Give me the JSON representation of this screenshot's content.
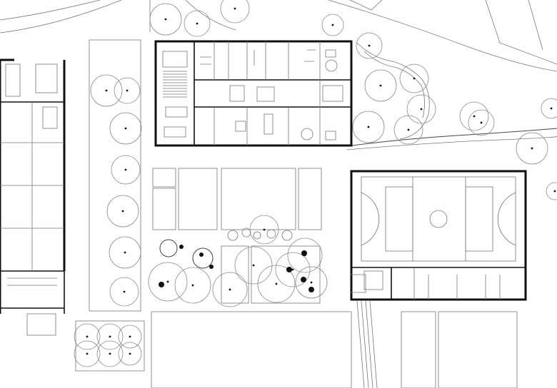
{
  "colors": {
    "background": "#ffffff",
    "ink": "#111111",
    "line": "#777777",
    "tree": "#8a8a8a"
  },
  "trees": [
    [
      232,
      27,
      22
    ],
    [
      276,
      33,
      18
    ],
    [
      329,
      12,
      20
    ],
    [
      466,
      35,
      15
    ],
    [
      517,
      64,
      18
    ],
    [
      149,
      127,
      22
    ],
    [
      178,
      127,
      18
    ],
    [
      176,
      180,
      22
    ],
    [
      176,
      238,
      20
    ],
    [
      172,
      296,
      22
    ],
    [
      175,
      354,
      22
    ],
    [
      174,
      409,
      20
    ],
    [
      533,
      120,
      22
    ],
    [
      580,
      110,
      20
    ],
    [
      590,
      153,
      20
    ],
    [
      516,
      178,
      22
    ],
    [
      572,
      182,
      20
    ],
    [
      664,
      163,
      20
    ],
    [
      674,
      172,
      18
    ],
    [
      745,
      208,
      22
    ],
    [
      772,
      152,
      14
    ],
    [
      777,
      268,
      12
    ],
    [
      235,
      395,
      27
    ],
    [
      270,
      400,
      25
    ],
    [
      322,
      406,
      24
    ],
    [
      355,
      372,
      26
    ],
    [
      387,
      398,
      26
    ],
    [
      410,
      378,
      24
    ],
    [
      427,
      358,
      24
    ],
    [
      436,
      396,
      22
    ],
    [
      370,
      322,
      20
    ],
    [
      122,
      472,
      18
    ],
    [
      154,
      472,
      18
    ],
    [
      182,
      472,
      16
    ],
    [
      122,
      496,
      18
    ],
    [
      154,
      496,
      18
    ],
    [
      182,
      496,
      16
    ]
  ],
  "small_dots": [
    [
      226,
      399,
      4
    ],
    [
      254,
      346,
      3
    ],
    [
      282,
      357,
      3
    ],
    [
      296,
      374,
      3
    ]
  ],
  "big_dots": [
    [
      426,
      355,
      4
    ],
    [
      405,
      378,
      4
    ],
    [
      425,
      392,
      4
    ],
    [
      436,
      406,
      4
    ]
  ]
}
